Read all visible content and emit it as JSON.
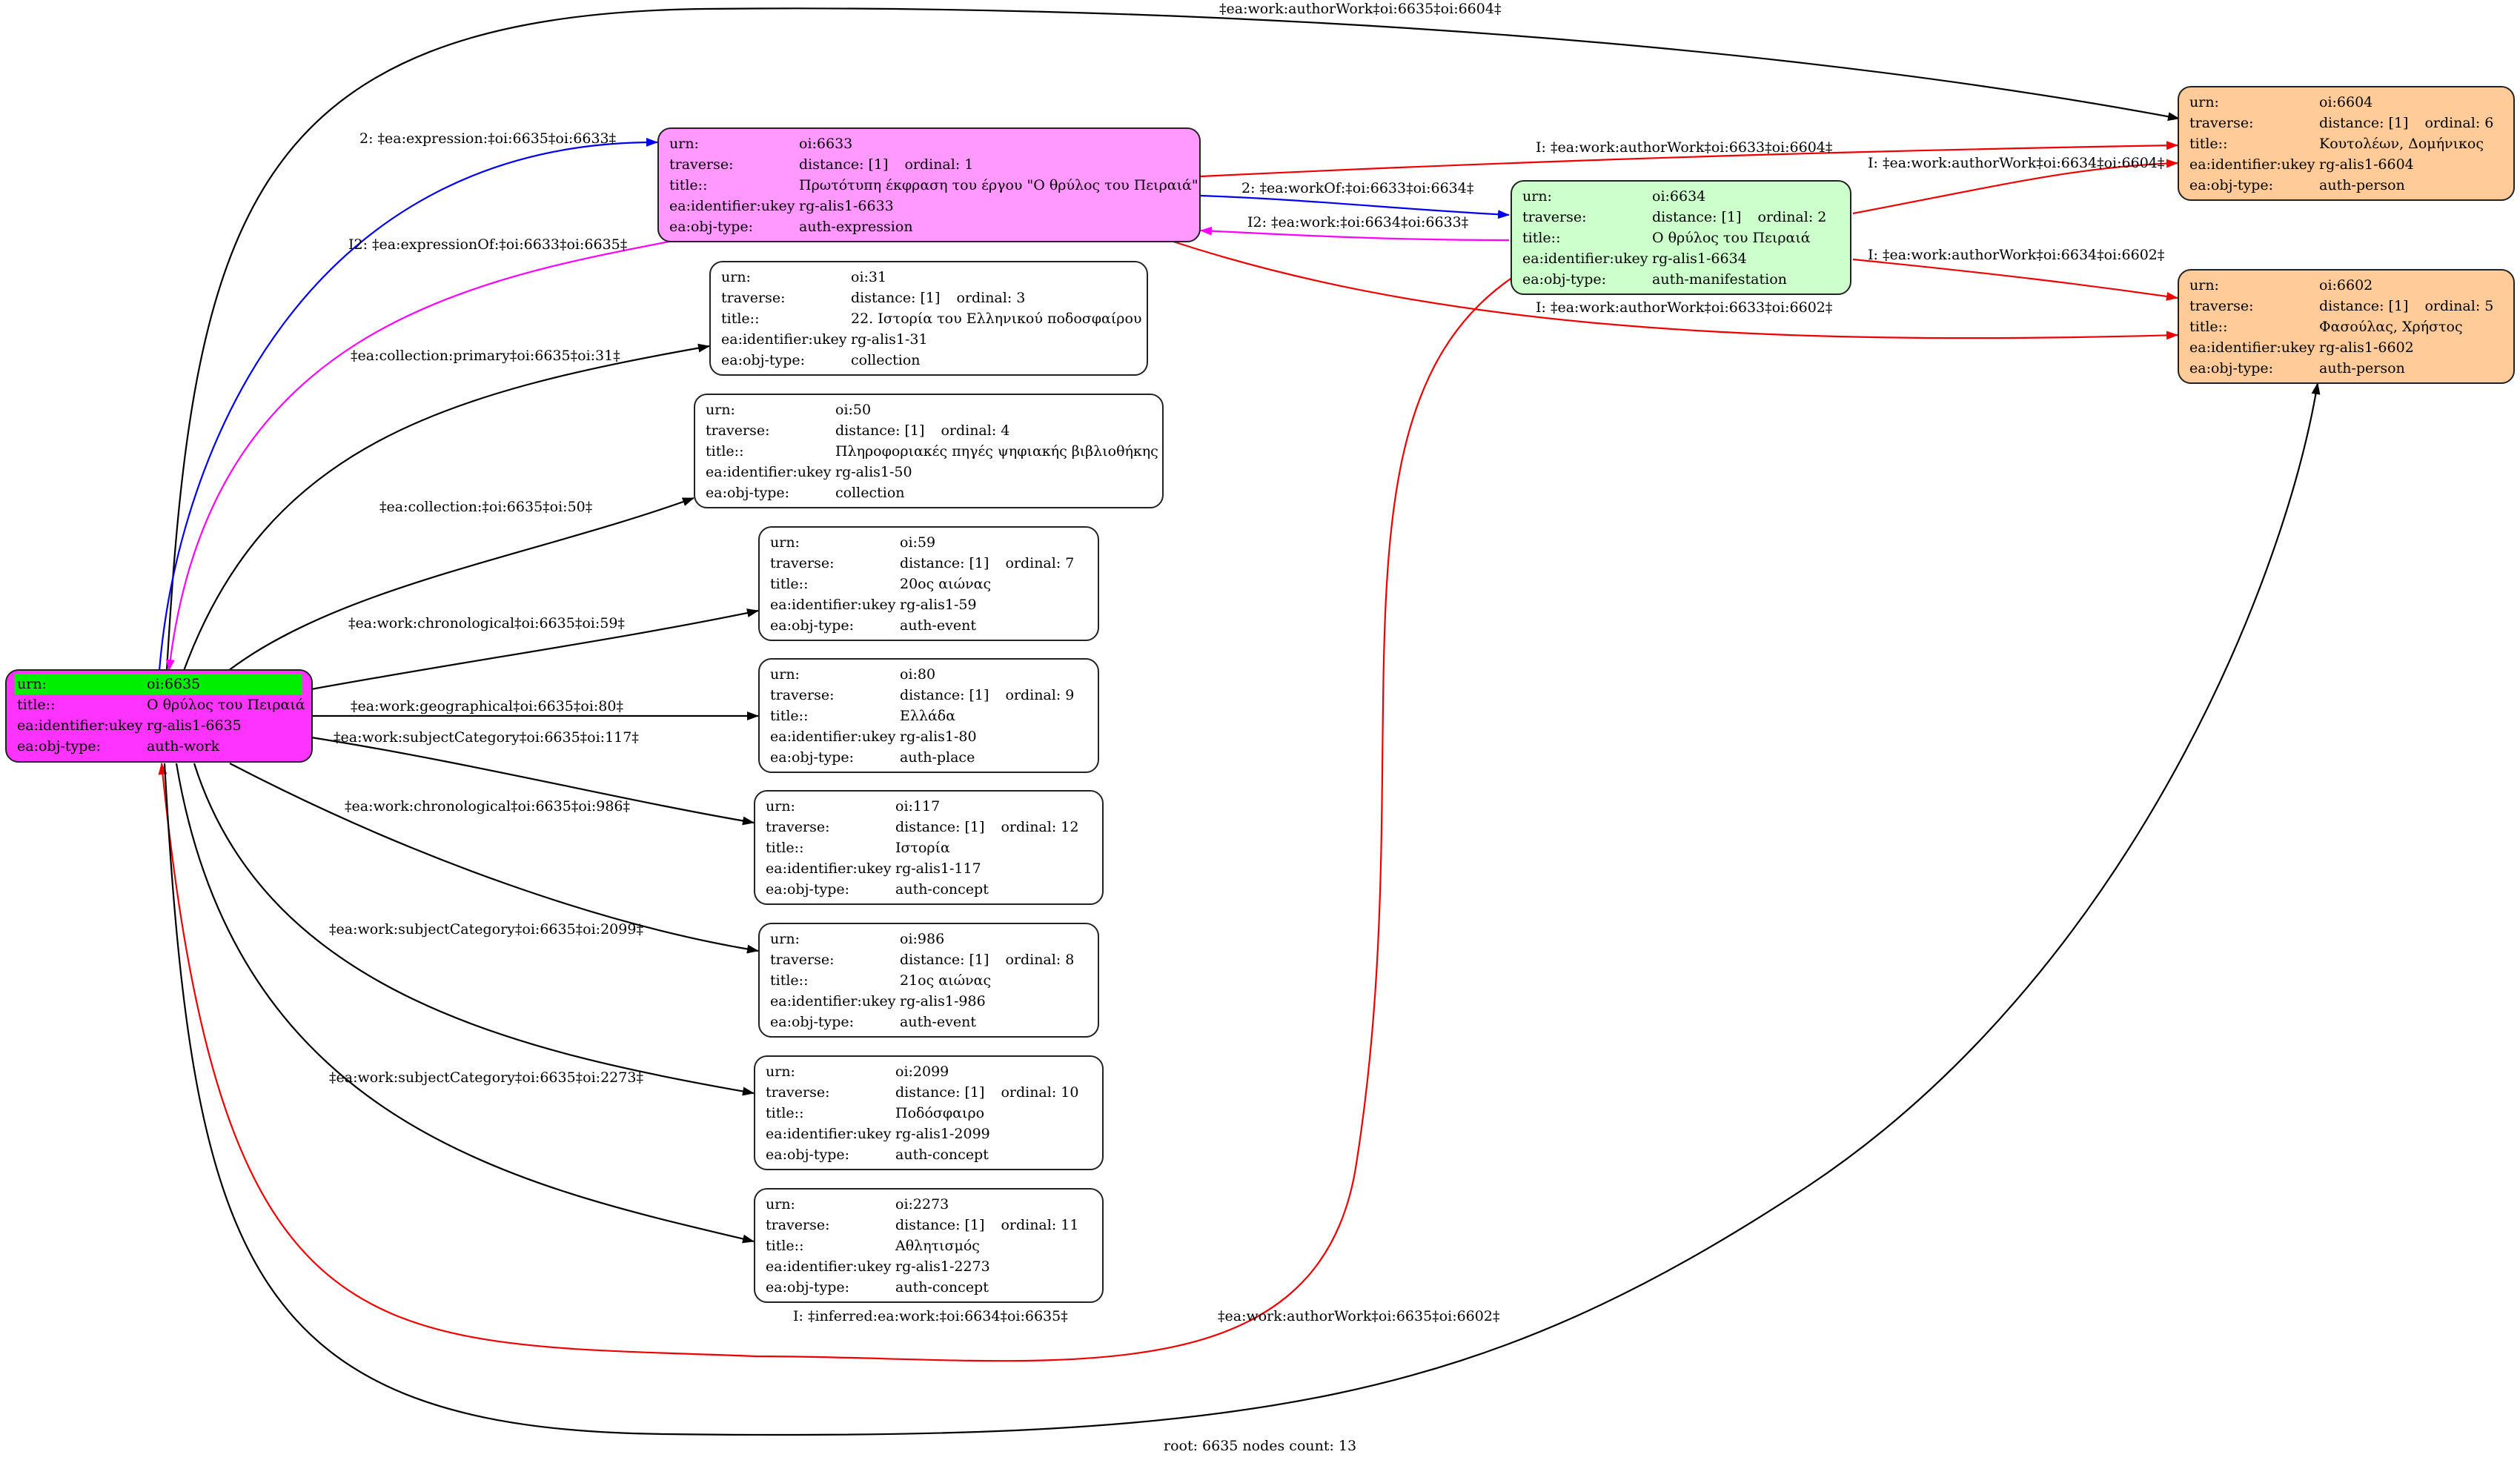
{
  "caption": "root: 6635 nodes count: 13",
  "colors": {
    "root_fill": "#ff33ff",
    "root_highlight": "#00ee00",
    "expression_fill": "#ff99ff",
    "manifestation_fill": "#ccffcc",
    "person_fill": "#ffcc99",
    "edge_default": "#000000",
    "edge_red": "#ee0000",
    "edge_blue": "#0000ee",
    "edge_magenta": "#ff00ff"
  },
  "nodes": {
    "n6635": {
      "urn_k": "urn:",
      "urn_v": "oi:6635",
      "title_k": "title::",
      "title_v": "Ο θρύλος του Πειραιά",
      "uk_k": "ea:identifier:ukey",
      "uk_v": "rg-alis1-6635",
      "ot_k": "ea:obj-type:",
      "ot_v": "auth-work"
    },
    "n6633": {
      "urn_k": "urn:",
      "urn_v": "oi:6633",
      "tr_k": "traverse:",
      "tr_v": "distance: [1]",
      "ord_v": "ordinal: 1",
      "title_k": "title::",
      "title_v": "Πρωτότυπη έκφραση του έργου \"Ο θρύλος του Πειραιά\"",
      "uk_k": "ea:identifier:ukey",
      "uk_v": "rg-alis1-6633",
      "ot_k": "ea:obj-type:",
      "ot_v": "auth-expression"
    },
    "n6634": {
      "urn_k": "urn:",
      "urn_v": "oi:6634",
      "tr_k": "traverse:",
      "tr_v": "distance: [1]",
      "ord_v": "ordinal: 2",
      "title_k": "title::",
      "title_v": "Ο θρύλος του Πειραιά",
      "uk_k": "ea:identifier:ukey",
      "uk_v": "rg-alis1-6634",
      "ot_k": "ea:obj-type:",
      "ot_v": "auth-manifestation"
    },
    "n6604": {
      "urn_k": "urn:",
      "urn_v": "oi:6604",
      "tr_k": "traverse:",
      "tr_v": "distance: [1]",
      "ord_v": "ordinal: 6",
      "title_k": "title::",
      "title_v": "Κουτολέων, Δομήνικος",
      "uk_k": "ea:identifier:ukey",
      "uk_v": "rg-alis1-6604",
      "ot_k": "ea:obj-type:",
      "ot_v": "auth-person"
    },
    "n6602": {
      "urn_k": "urn:",
      "urn_v": "oi:6602",
      "tr_k": "traverse:",
      "tr_v": "distance: [1]",
      "ord_v": "ordinal: 5",
      "title_k": "title::",
      "title_v": "Φασούλας, Χρήστος",
      "uk_k": "ea:identifier:ukey",
      "uk_v": "rg-alis1-6602",
      "ot_k": "ea:obj-type:",
      "ot_v": "auth-person"
    },
    "n31": {
      "urn_k": "urn:",
      "urn_v": "oi:31",
      "tr_k": "traverse:",
      "tr_v": "distance: [1]",
      "ord_v": "ordinal: 3",
      "title_k": "title::",
      "title_v": "22. Ιστορία του Ελληνικού ποδοσφαίρου",
      "uk_k": "ea:identifier:ukey",
      "uk_v": "rg-alis1-31",
      "ot_k": "ea:obj-type:",
      "ot_v": "collection"
    },
    "n50": {
      "urn_k": "urn:",
      "urn_v": "oi:50",
      "tr_k": "traverse:",
      "tr_v": "distance: [1]",
      "ord_v": "ordinal: 4",
      "title_k": "title::",
      "title_v": "Πληροφοριακές πηγές ψηφιακής βιβλιοθήκης",
      "uk_k": "ea:identifier:ukey",
      "uk_v": "rg-alis1-50",
      "ot_k": "ea:obj-type:",
      "ot_v": "collection"
    },
    "n59": {
      "urn_k": "urn:",
      "urn_v": "oi:59",
      "tr_k": "traverse:",
      "tr_v": "distance: [1]",
      "ord_v": "ordinal: 7",
      "title_k": "title::",
      "title_v": "20ος αιώνας",
      "uk_k": "ea:identifier:ukey",
      "uk_v": "rg-alis1-59",
      "ot_k": "ea:obj-type:",
      "ot_v": "auth-event"
    },
    "n80": {
      "urn_k": "urn:",
      "urn_v": "oi:80",
      "tr_k": "traverse:",
      "tr_v": "distance: [1]",
      "ord_v": "ordinal: 9",
      "title_k": "title::",
      "title_v": "Ελλάδα",
      "uk_k": "ea:identifier:ukey",
      "uk_v": "rg-alis1-80",
      "ot_k": "ea:obj-type:",
      "ot_v": "auth-place"
    },
    "n117": {
      "urn_k": "urn:",
      "urn_v": "oi:117",
      "tr_k": "traverse:",
      "tr_v": "distance: [1]",
      "ord_v": "ordinal: 12",
      "title_k": "title::",
      "title_v": "Ιστορία",
      "uk_k": "ea:identifier:ukey",
      "uk_v": "rg-alis1-117",
      "ot_k": "ea:obj-type:",
      "ot_v": "auth-concept"
    },
    "n986": {
      "urn_k": "urn:",
      "urn_v": "oi:986",
      "tr_k": "traverse:",
      "tr_v": "distance: [1]",
      "ord_v": "ordinal: 8",
      "title_k": "title::",
      "title_v": "21ος αιώνας",
      "uk_k": "ea:identifier:ukey",
      "uk_v": "rg-alis1-986",
      "ot_k": "ea:obj-type:",
      "ot_v": "auth-event"
    },
    "n2099": {
      "urn_k": "urn:",
      "urn_v": "oi:2099",
      "tr_k": "traverse:",
      "tr_v": "distance: [1]",
      "ord_v": "ordinal: 10",
      "title_k": "title::",
      "title_v": "Ποδόσφαιρο",
      "uk_k": "ea:identifier:ukey",
      "uk_v": "rg-alis1-2099",
      "ot_k": "ea:obj-type:",
      "ot_v": "auth-concept"
    },
    "n2273": {
      "urn_k": "urn:",
      "urn_v": "oi:2273",
      "tr_k": "traverse:",
      "tr_v": "distance: [1]",
      "ord_v": "ordinal: 11",
      "title_k": "title::",
      "title_v": "Αθλητισμός",
      "uk_k": "ea:identifier:ukey",
      "uk_v": "rg-alis1-2273",
      "ot_k": "ea:obj-type:",
      "ot_v": "auth-concept"
    }
  },
  "edges": {
    "e_author_6604": "‡ea:work:authorWork‡oi:6635‡oi:6604‡",
    "e_expression": "2: ‡ea:expression:‡oi:6635‡oi:6633‡",
    "e_expressionOf": "I2: ‡ea:expressionOf:‡oi:6633‡oi:6635‡",
    "e_coll_31": "‡ea:collection:primary‡oi:6635‡oi:31‡",
    "e_coll_50": "‡ea:collection:‡oi:6635‡oi:50‡",
    "e_chron_59": "‡ea:work:chronological‡oi:6635‡oi:59‡",
    "e_geo_80": "‡ea:work:geographical‡oi:6635‡oi:80‡",
    "e_subj_117": "‡ea:work:subjectCategory‡oi:6635‡oi:117‡",
    "e_chron_986": "‡ea:work:chronological‡oi:6635‡oi:986‡",
    "e_subj_2099": "‡ea:work:subjectCategory‡oi:6635‡oi:2099‡",
    "e_subj_2273": "‡ea:work:subjectCategory‡oi:6635‡oi:2273‡",
    "e_inferred": "I: ‡inferred:ea:work:‡oi:6634‡oi:6635‡",
    "e_author_6602": "‡ea:work:authorWork‡oi:6635‡oi:6602‡",
    "e_6633_6604": "I: ‡ea:work:authorWork‡oi:6633‡oi:6604‡",
    "e_6633_6602": "I: ‡ea:work:authorWork‡oi:6633‡oi:6602‡",
    "e_workOf": "2: ‡ea:workOf:‡oi:6633‡oi:6634‡",
    "e_work": "I2: ‡ea:work:‡oi:6634‡oi:6633‡",
    "e_6634_6604": "I: ‡ea:work:authorWork‡oi:6634‡oi:6604‡",
    "e_6634_6602": "I: ‡ea:work:authorWork‡oi:6634‡oi:6602‡"
  }
}
